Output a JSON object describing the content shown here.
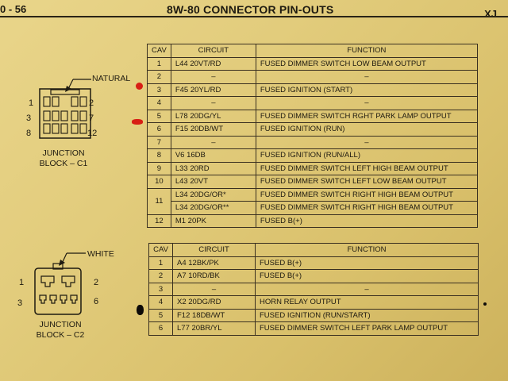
{
  "header": {
    "page_number": "0 - 56",
    "title": "8W-80 CONNECTOR PIN-OUTS",
    "code": "XJ"
  },
  "columns": {
    "cav": "CAV",
    "circuit": "CIRCUIT",
    "function": "FUNCTION"
  },
  "connector1": {
    "color": "NATURAL",
    "name_line1": "JUNCTION",
    "name_line2": "BLOCK – C1",
    "pin_labels": [
      "1",
      "2",
      "3",
      "7",
      "8",
      "12"
    ],
    "rows": [
      {
        "cav": "1",
        "circuit": "L44 20VT/RD",
        "function": "FUSED DIMMER SWITCH LOW BEAM OUTPUT"
      },
      {
        "cav": "2",
        "circuit": "–",
        "function": "–"
      },
      {
        "cav": "3",
        "circuit": "F45 20YL/RD",
        "function": "FUSED IGNITION (START)"
      },
      {
        "cav": "4",
        "circuit": "–",
        "function": "–"
      },
      {
        "cav": "5",
        "circuit": "L78 20DG/YL",
        "function": "FUSED DIMMER SWITCH RGHT PARK LAMP OUTPUT"
      },
      {
        "cav": "6",
        "circuit": "F15 20DB/WT",
        "function": "FUSED IGNITION (RUN)"
      },
      {
        "cav": "7",
        "circuit": "–",
        "function": "–"
      },
      {
        "cav": "8",
        "circuit": "V6 16DB",
        "function": "FUSED IGNITION (RUN/ALL)"
      },
      {
        "cav": "9",
        "circuit": "L33 20RD",
        "function": "FUSED DIMMER SWITCH LEFT HIGH BEAM OUTPUT"
      },
      {
        "cav": "10",
        "circuit": "L43 20VT",
        "function": "FUSED DIMMER SWITCH LEFT LOW BEAM OUTPUT"
      },
      {
        "cav": "11",
        "circuit": "L34 20DG/OR*",
        "function": "FUSED DIMMER SWITCH RIGHT HIGH BEAM OUTPUT"
      },
      {
        "cav": "",
        "circuit": "L34 20DG/OR**",
        "function": "FUSED DIMMER SWITCH RIGHT HIGH BEAM OUTPUT"
      },
      {
        "cav": "12",
        "circuit": "M1 20PK",
        "function": "FUSED B(+)"
      }
    ]
  },
  "connector2": {
    "color": "WHITE",
    "name_line1": "JUNCTION",
    "name_line2": "BLOCK – C2",
    "pin_labels": [
      "1",
      "2",
      "3",
      "6"
    ],
    "rows": [
      {
        "cav": "1",
        "circuit": "A4 12BK/PK",
        "function": "FUSED B(+)"
      },
      {
        "cav": "2",
        "circuit": "A7 10RD/BK",
        "function": "FUSED B(+)"
      },
      {
        "cav": "3",
        "circuit": "–",
        "function": "–"
      },
      {
        "cav": "4",
        "circuit": "X2 20DG/RD",
        "function": "HORN RELAY OUTPUT"
      },
      {
        "cav": "5",
        "circuit": "F12 18DB/WT",
        "function": "FUSED IGNITION (RUN/START)"
      },
      {
        "cav": "6",
        "circuit": "L77 20BR/YL",
        "function": "FUSED DIMMER SWITCH LEFT PARK LAMP OUTPUT"
      }
    ]
  },
  "colors": {
    "paper": "#e2cc7c",
    "ink": "#1e1a10",
    "red_mark": "#d81e14",
    "black_mark": "#0c0a08"
  }
}
